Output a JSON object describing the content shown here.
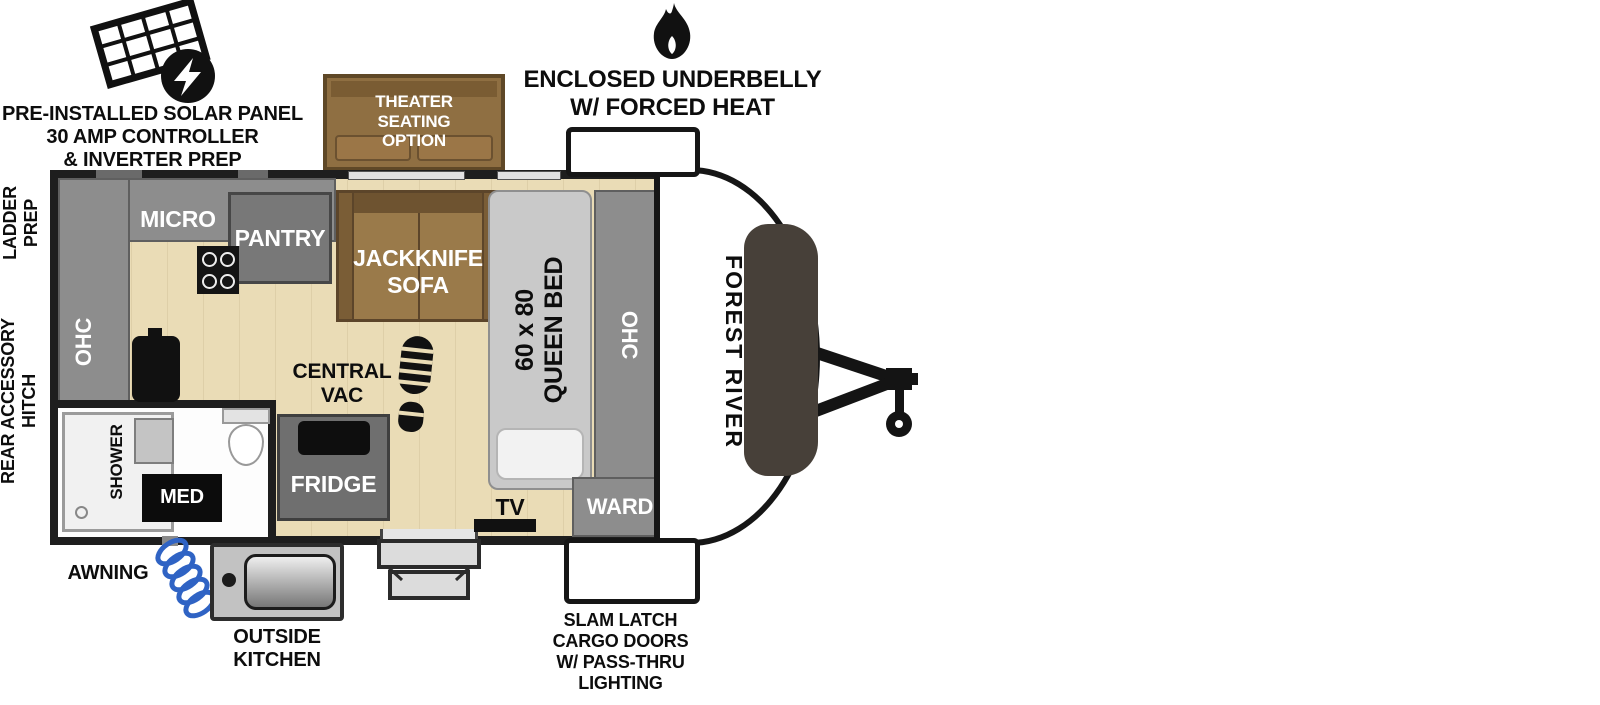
{
  "callouts": {
    "solar": "PRE-INSTALLED SOLAR PANEL\n30 AMP CONTROLLER\n& INVERTER PREP",
    "underbelly": "ENCLOSED UNDERBELLY\nW/ FORCED HEAT",
    "theater_option": "THEATER\nSEATING\nOPTION",
    "ladder_prep": "LADDER\nPREP",
    "rear_accessory_hitch": "REAR ACCESSORY\nHITCH",
    "awning": "AWNING",
    "outside_kitchen": "OUTSIDE\nKITCHEN",
    "slam_latch": "SLAM LATCH\nCARGO DOORS\nW/ PASS-THRU\nLIGHTING"
  },
  "interior": {
    "micro": "MICRO",
    "pantry": "PANTRY",
    "ohc_left": "OHC",
    "ohc_right": "OHC",
    "jackknife_sofa": "JACKKNIFE\nSOFA",
    "queen_bed": "60 x 80\nQUEEN BED",
    "central_vac": "CENTRAL\nVAC",
    "fridge": "FRIDGE",
    "shower": "SHOWER",
    "med": "MED",
    "ward": "WARD",
    "tv": "TV"
  },
  "brand": "FOREST RIVER",
  "colors": {
    "wall": "#1e1e1e",
    "floor": "#eadcb6",
    "cabinet": "#8d8d8d",
    "sofa_brown": "#9a7a4a",
    "theater_brown": "#8f6f42",
    "hose_blue": "#2f63c4",
    "bed_gray": "#c9c9c9"
  }
}
